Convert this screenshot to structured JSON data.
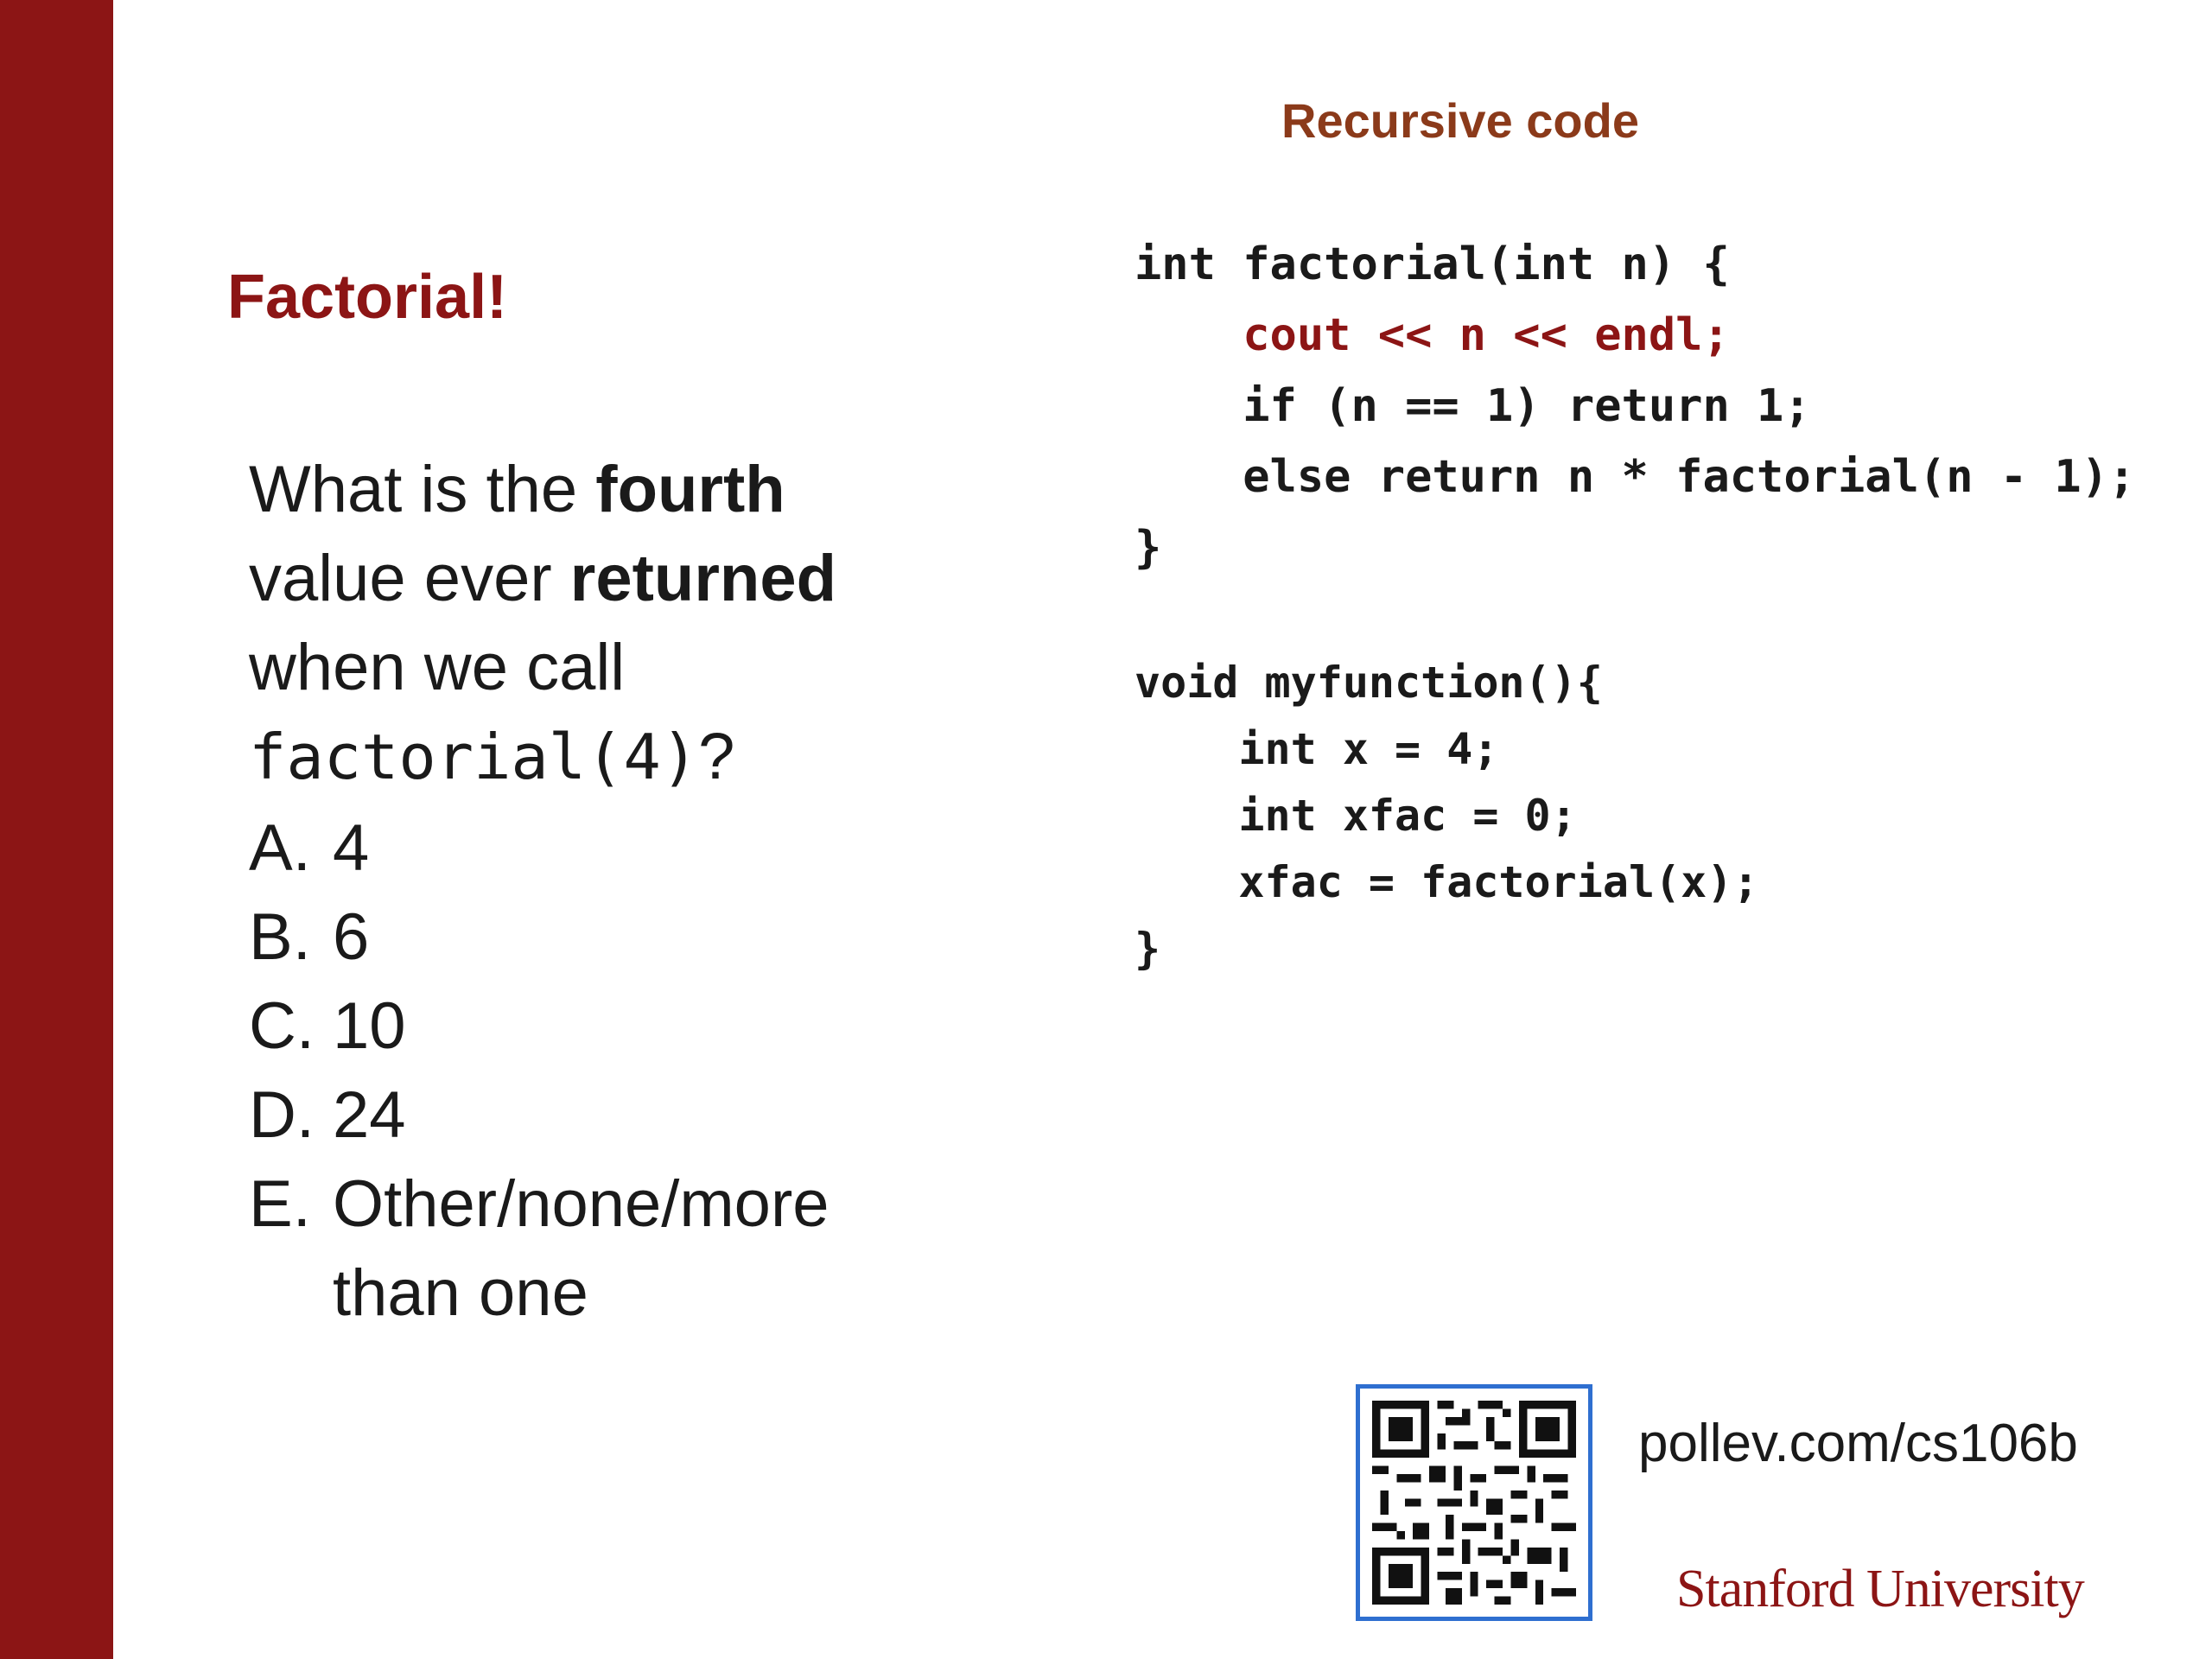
{
  "slide": {
    "title": "Factorial!",
    "question": {
      "part1": "What is the ",
      "bold1": "fourth",
      "part2": " value ever ",
      "bold2": "returned",
      "part3": " when we call ",
      "code": "factorial(4)",
      "part4": "?"
    },
    "options": [
      {
        "letter": "A.",
        "text": "4"
      },
      {
        "letter": "B.",
        "text": "6"
      },
      {
        "letter": "C.",
        "text": "10"
      },
      {
        "letter": "D.",
        "text": "24"
      },
      {
        "letter": "E.",
        "text": "Other/none/more than one"
      }
    ]
  },
  "code_panel": {
    "heading": "Recursive code",
    "factorial_lines": [
      "int factorial(int n) {",
      "    cout << n << endl;",
      "    if (n == 1) return 1;",
      "    else return n * factorial(n - 1);",
      "}"
    ],
    "myfunction_lines": [
      "void myfunction(){",
      "    int x = 4;",
      "    int xfac = 0;",
      "    xfac = factorial(x);",
      "}"
    ]
  },
  "footer": {
    "poll_url": "pollev.com/cs106b",
    "logo_text": "Stanford University",
    "qr_icon": "qr-code-icon"
  },
  "colors": {
    "cardinal": "#8c1515",
    "heading_brown": "#8b3a1a",
    "qr_border": "#2f6fd0"
  }
}
